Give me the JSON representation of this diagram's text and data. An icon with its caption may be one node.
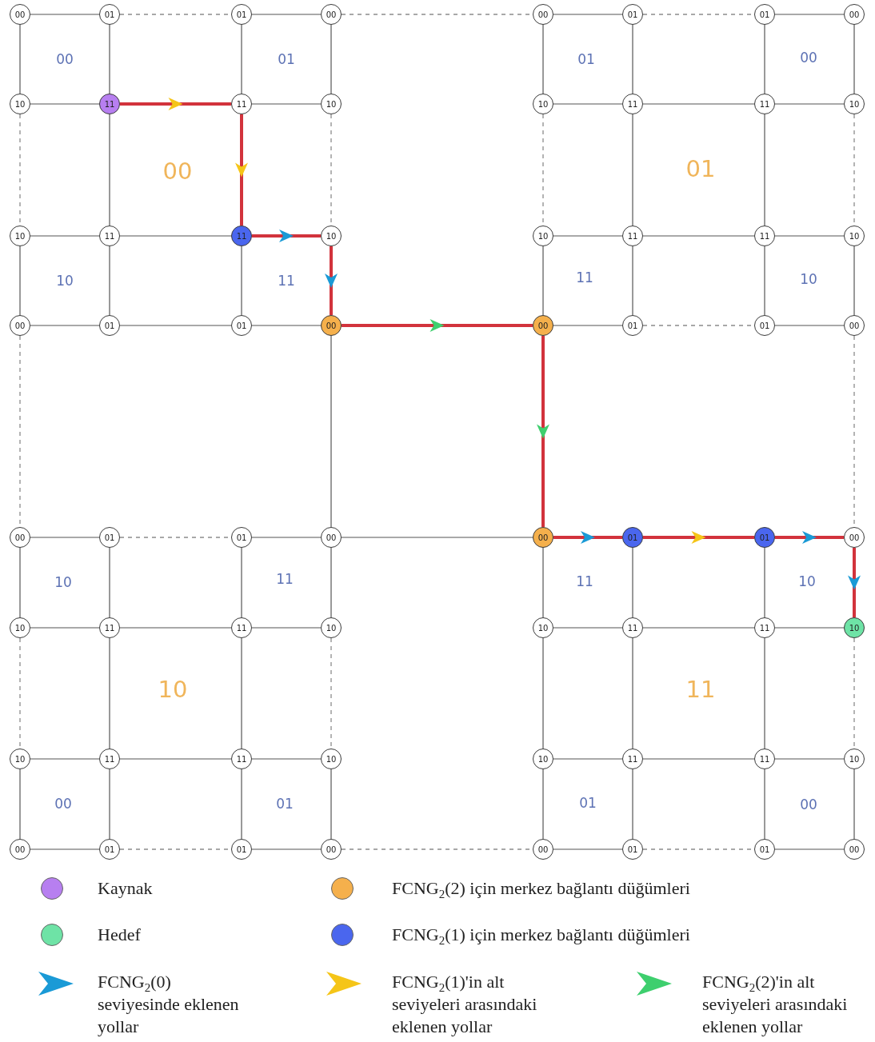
{
  "diagram": {
    "nodes": [
      {
        "text": [
          "00"
        ]
      },
      {
        "text": [
          "01"
        ]
      },
      {
        "text": [
          "01"
        ]
      },
      {
        "text": [
          "00"
        ]
      },
      {
        "text": [
          "00"
        ]
      },
      {
        "text": [
          "01"
        ]
      },
      {
        "text": [
          "01"
        ]
      },
      {
        "text": [
          "00"
        ]
      },
      {
        "text": [
          "10"
        ]
      },
      {
        "text": [
          "11"
        ]
      },
      {
        "text": [
          "11"
        ]
      },
      {
        "text": [
          "10"
        ]
      },
      {
        "text": [
          "10"
        ]
      },
      {
        "text": [
          "11"
        ]
      },
      {
        "text": [
          "11"
        ]
      },
      {
        "text": [
          "10"
        ]
      },
      {
        "text": [
          "10"
        ]
      },
      {
        "text": [
          "11"
        ]
      },
      {
        "text": [
          "11"
        ]
      },
      {
        "text": [
          "10"
        ]
      },
      {
        "text": [
          "10"
        ]
      },
      {
        "text": [
          "11"
        ]
      },
      {
        "text": [
          "11"
        ]
      },
      {
        "text": [
          "10"
        ]
      },
      {
        "text": [
          "00"
        ]
      },
      {
        "text": [
          "01"
        ]
      },
      {
        "text": [
          "01"
        ]
      },
      {
        "text": [
          "00"
        ]
      },
      {
        "text": [
          "00"
        ]
      },
      {
        "text": [
          "01"
        ]
      },
      {
        "text": [
          "01"
        ]
      },
      {
        "text": [
          "00"
        ]
      },
      {
        "text": [
          "00"
        ]
      },
      {
        "text": [
          "01"
        ]
      },
      {
        "text": [
          "01"
        ]
      },
      {
        "text": [
          "00"
        ]
      },
      {
        "text": [
          "00"
        ]
      },
      {
        "text": [
          "01"
        ]
      },
      {
        "text": [
          "01"
        ]
      },
      {
        "text": [
          "00"
        ]
      },
      {
        "text": [
          "10"
        ]
      },
      {
        "text": [
          "11"
        ]
      },
      {
        "text": [
          "11"
        ]
      },
      {
        "text": [
          "10"
        ]
      },
      {
        "text": [
          "10"
        ]
      },
      {
        "text": [
          "11"
        ]
      },
      {
        "text": [
          "11"
        ]
      },
      {
        "text": [
          "10"
        ]
      },
      {
        "text": [
          "10"
        ]
      },
      {
        "text": [
          "11"
        ]
      },
      {
        "text": [
          "11"
        ]
      },
      {
        "text": [
          "10"
        ]
      },
      {
        "text": [
          "10"
        ]
      },
      {
        "text": [
          "11"
        ]
      },
      {
        "text": [
          "11"
        ]
      },
      {
        "text": [
          "10"
        ]
      },
      {
        "text": [
          "00"
        ]
      },
      {
        "text": [
          "01"
        ]
      },
      {
        "text": [
          "01"
        ]
      },
      {
        "text": [
          "00"
        ]
      },
      {
        "text": [
          "00"
        ]
      },
      {
        "text": [
          "01"
        ]
      },
      {
        "text": [
          "01"
        ]
      },
      {
        "text": [
          "00"
        ]
      }
    ],
    "edges": [
      {
        "from": 0,
        "to": 1,
        "arrow": "none"
      },
      {
        "from": 1,
        "to": 2,
        "arrow": "none",
        "style": "dashed"
      },
      {
        "from": 2,
        "to": 3,
        "arrow": "none"
      },
      {
        "from": 3,
        "to": 4,
        "arrow": "none",
        "style": "dashed"
      },
      {
        "from": 4,
        "to": 5,
        "arrow": "none"
      },
      {
        "from": 5,
        "to": 6,
        "arrow": "none",
        "style": "dashed"
      },
      {
        "from": 6,
        "to": 7,
        "arrow": "none"
      },
      {
        "from": 8,
        "to": 9,
        "arrow": "none"
      },
      {
        "from": 9,
        "to": 10,
        "arrow": "to",
        "style": "thick",
        "color": "#d2333c"
      },
      {
        "from": 10,
        "to": 11,
        "arrow": "none"
      },
      {
        "from": 12,
        "to": 13,
        "arrow": "none"
      },
      {
        "from": 13,
        "to": 14,
        "arrow": "none"
      },
      {
        "from": 14,
        "to": 15,
        "arrow": "none"
      },
      {
        "from": 16,
        "to": 17,
        "arrow": "none"
      },
      {
        "from": 17,
        "to": 18,
        "arrow": "none"
      },
      {
        "from": 18,
        "to": 19,
        "arrow": "to",
        "style": "thick",
        "color": "#d2333c"
      },
      {
        "from": 20,
        "to": 21,
        "arrow": "none"
      },
      {
        "from": 21,
        "to": 22,
        "arrow": "none"
      },
      {
        "from": 22,
        "to": 23,
        "arrow": "none"
      },
      {
        "from": 24,
        "to": 25,
        "arrow": "none"
      },
      {
        "from": 25,
        "to": 26,
        "arrow": "none"
      },
      {
        "from": 26,
        "to": 27,
        "arrow": "none"
      },
      {
        "from": 27,
        "to": 28,
        "arrow": "to",
        "style": "thick",
        "color": "#d2333c"
      },
      {
        "from": 28,
        "to": 29,
        "arrow": "none"
      },
      {
        "from": 29,
        "to": 30,
        "arrow": "none",
        "style": "dashed"
      },
      {
        "from": 30,
        "to": 31,
        "arrow": "none"
      },
      {
        "from": 32,
        "to": 33,
        "arrow": "none"
      },
      {
        "from": 33,
        "to": 34,
        "arrow": "none",
        "style": "dashed"
      },
      {
        "from": 34,
        "to": 35,
        "arrow": "none"
      },
      {
        "from": 35,
        "to": 36,
        "arrow": "none"
      },
      {
        "from": 36,
        "to": 37,
        "arrow": "to",
        "style": "thick",
        "color": "#d2333c"
      },
      {
        "from": 37,
        "to": 38,
        "arrow": "to",
        "style": "thick",
        "color": "#d2333c"
      },
      {
        "from": 38,
        "to": 39,
        "arrow": "to",
        "style": "thick",
        "color": "#d2333c"
      },
      {
        "from": 40,
        "to": 41,
        "arrow": "none"
      },
      {
        "from": 41,
        "to": 42,
        "arrow": "none"
      },
      {
        "from": 42,
        "to": 43,
        "arrow": "none"
      },
      {
        "from": 44,
        "to": 45,
        "arrow": "none"
      },
      {
        "from": 45,
        "to": 46,
        "arrow": "none"
      },
      {
        "from": 46,
        "to": 47,
        "arrow": "none"
      },
      {
        "from": 48,
        "to": 49,
        "arrow": "none"
      },
      {
        "from": 49,
        "to": 50,
        "arrow": "none"
      },
      {
        "from": 50,
        "to": 51,
        "arrow": "none"
      },
      {
        "from": 52,
        "to": 53,
        "arrow": "none"
      },
      {
        "from": 53,
        "to": 54,
        "arrow": "none"
      },
      {
        "from": 54,
        "to": 55,
        "arrow": "none"
      },
      {
        "from": 56,
        "to": 57,
        "arrow": "none"
      },
      {
        "from": 57,
        "to": 58,
        "arrow": "none",
        "style": "dashed"
      },
      {
        "from": 58,
        "to": 59,
        "arrow": "none"
      },
      {
        "from": 59,
        "to": 60,
        "arrow": "none",
        "style": "dashed"
      },
      {
        "from": 60,
        "to": 61,
        "arrow": "none"
      },
      {
        "from": 61,
        "to": 62,
        "arrow": "none",
        "style": "dashed"
      },
      {
        "from": 62,
        "to": 63,
        "arrow": "none"
      },
      {
        "from": 0,
        "to": 8,
        "arrow": "none"
      },
      {
        "from": 1,
        "to": 9,
        "arrow": "none"
      },
      {
        "from": 2,
        "to": 10,
        "arrow": "none"
      },
      {
        "from": 3,
        "to": 11,
        "arrow": "none"
      },
      {
        "from": 4,
        "to": 12,
        "arrow": "none"
      },
      {
        "from": 5,
        "to": 13,
        "arrow": "none"
      },
      {
        "from": 6,
        "to": 14,
        "arrow": "none"
      },
      {
        "from": 7,
        "to": 15,
        "arrow": "none"
      },
      {
        "from": 8,
        "to": 16,
        "arrow": "none",
        "style": "dashed"
      },
      {
        "from": 9,
        "to": 17,
        "arrow": "none"
      },
      {
        "from": 10,
        "to": 18,
        "arrow": "to",
        "style": "thick",
        "color": "#d2333c"
      },
      {
        "from": 11,
        "to": 19,
        "arrow": "none",
        "style": "dashed"
      },
      {
        "from": 12,
        "to": 20,
        "arrow": "none",
        "style": "dashed"
      },
      {
        "from": 13,
        "to": 21,
        "arrow": "none"
      },
      {
        "from": 14,
        "to": 22,
        "arrow": "none"
      },
      {
        "from": 15,
        "to": 23,
        "arrow": "none",
        "style": "dashed"
      },
      {
        "from": 16,
        "to": 24,
        "arrow": "none"
      },
      {
        "from": 17,
        "to": 25,
        "arrow": "none"
      },
      {
        "from": 18,
        "to": 26,
        "arrow": "none"
      },
      {
        "from": 19,
        "to": 27,
        "arrow": "to",
        "style": "thick",
        "color": "#d2333c"
      },
      {
        "from": 20,
        "to": 28,
        "arrow": "none"
      },
      {
        "from": 21,
        "to": 29,
        "arrow": "none"
      },
      {
        "from": 22,
        "to": 30,
        "arrow": "none"
      },
      {
        "from": 23,
        "to": 31,
        "arrow": "none"
      },
      {
        "from": 24,
        "to": 32,
        "arrow": "none",
        "style": "dashed"
      },
      {
        "from": 27,
        "to": 35,
        "arrow": "none"
      },
      {
        "from": 28,
        "to": 36,
        "arrow": "to",
        "style": "thick",
        "color": "#d2333c"
      },
      {
        "from": 31,
        "to": 39,
        "arrow": "none",
        "style": "dashed"
      },
      {
        "from": 32,
        "to": 40,
        "arrow": "none"
      },
      {
        "from": 33,
        "to": 41,
        "arrow": "none"
      },
      {
        "from": 34,
        "to": 42,
        "arrow": "none"
      },
      {
        "from": 35,
        "to": 43,
        "arrow": "none"
      },
      {
        "from": 36,
        "to": 44,
        "arrow": "none"
      },
      {
        "from": 37,
        "to": 45,
        "arrow": "none"
      },
      {
        "from": 38,
        "to": 46,
        "arrow": "none"
      },
      {
        "from": 39,
        "to": 47,
        "arrow": "to",
        "style": "thick",
        "color": "#d2333c"
      },
      {
        "from": 40,
        "to": 48,
        "arrow": "none",
        "style": "dashed"
      },
      {
        "from": 41,
        "to": 49,
        "arrow": "none"
      },
      {
        "from": 42,
        "to": 50,
        "arrow": "none"
      },
      {
        "from": 43,
        "to": 51,
        "arrow": "none",
        "style": "dashed"
      },
      {
        "from": 44,
        "to": 52,
        "arrow": "none"
      },
      {
        "from": 45,
        "to": 53,
        "arrow": "none"
      },
      {
        "from": 46,
        "to": 54,
        "arrow": "none"
      },
      {
        "from": 47,
        "to": 55,
        "arrow": "none",
        "style": "dashed"
      },
      {
        "from": 48,
        "to": 56,
        "arrow": "none"
      },
      {
        "from": 49,
        "to": 57,
        "arrow": "none"
      },
      {
        "from": 50,
        "to": 58,
        "arrow": "none"
      },
      {
        "from": 51,
        "to": 59,
        "arrow": "none"
      },
      {
        "from": 52,
        "to": 60,
        "arrow": "none"
      },
      {
        "from": 53,
        "to": 61,
        "arrow": "none"
      },
      {
        "from": 54,
        "to": 62,
        "arrow": "none"
      },
      {
        "from": 55,
        "to": 63,
        "arrow": "none"
      }
    ],
    "labels": [
      "00",
      "01",
      "01",
      "00",
      "00",
      "01",
      "10",
      "11",
      "11",
      "10",
      "10",
      "11",
      "11",
      "10",
      "10",
      "11",
      "00",
      "01",
      "01",
      "00"
    ],
    "legend": [
      {
        "text": "Kaynak",
        "color": "#b77ff0"
      },
      {
        "text": "Hedef",
        "color": "#6ee3a6"
      },
      {
        "text": "FCNG$_{2}$(2) için merkez bağlantı düğümleri",
        "color": "#f5b04c"
      },
      {
        "text": "FCNG$_{2}$(1) için merkez bağlantı düğümleri",
        "color": "#4a66ee"
      },
      {
        "text": "FCNG$_{2}$(0) seviyesinde eklenen yollar"
      },
      {
        "text": "FCNG$_{2}$(1)'in alt seviyeleri arasındaki eklenen yollar"
      },
      {
        "text": "FCNG$_{2}$(2)'in alt seviyeleri arasındaki eklenen yollar"
      }
    ]
  }
}
